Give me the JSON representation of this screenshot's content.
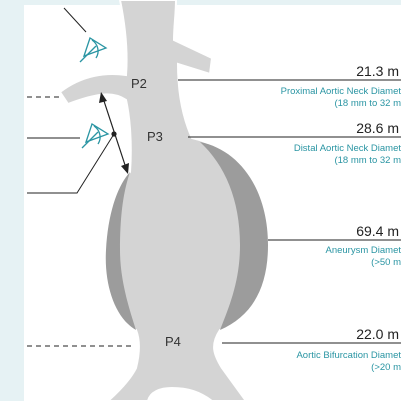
{
  "labels": {
    "p2": "P2",
    "p3": "P3",
    "p4": "P4"
  },
  "measurements": [
    {
      "value": "21.3 m",
      "name": "Proximal Aortic Neck Diamet",
      "range": "(18 mm to 32 m"
    },
    {
      "value": "28.6 m",
      "name": "Distal Aortic Neck Diamet",
      "range": "(18 mm to 32 m"
    },
    {
      "value": "69.4 m",
      "name": "Aneurysm Diamet",
      "range": "(>50 m"
    },
    {
      "value": "22.0 m",
      "name": "Aortic Bifurcation Diamet",
      "range": "(>20 m"
    }
  ],
  "colors": {
    "background": "#e6f2f4",
    "panel": "#ffffff",
    "vessel_fill": "#d4d4d4",
    "vessel_stroke": "#ffffff",
    "aneurysm_shade": "#9c9c9c",
    "teal": "#2a95a3",
    "line": "#222222"
  },
  "icons": [
    "eye-icon"
  ]
}
